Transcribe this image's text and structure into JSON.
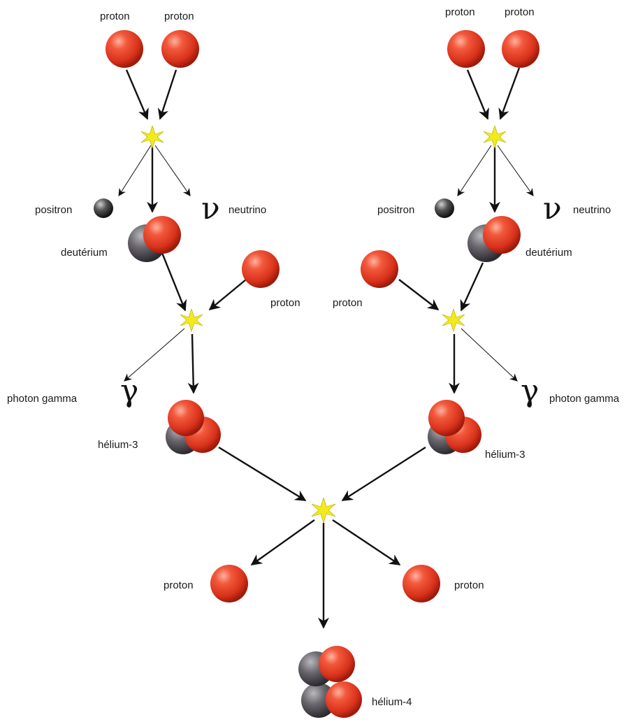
{
  "labels": {
    "proton": "proton",
    "positron": "positron",
    "neutrino": "neutrino",
    "deuterium": "deutérium",
    "photon_gamma": "photon gamma",
    "helium3": "hélium-3",
    "helium4": "hélium-4"
  },
  "symbols": {
    "neutrino": "ν",
    "gamma": "γ"
  },
  "colors": {
    "proton": "#e8442b",
    "neutron": "#555258",
    "flash": "#f2ea1b",
    "arrow": "#111111"
  }
}
